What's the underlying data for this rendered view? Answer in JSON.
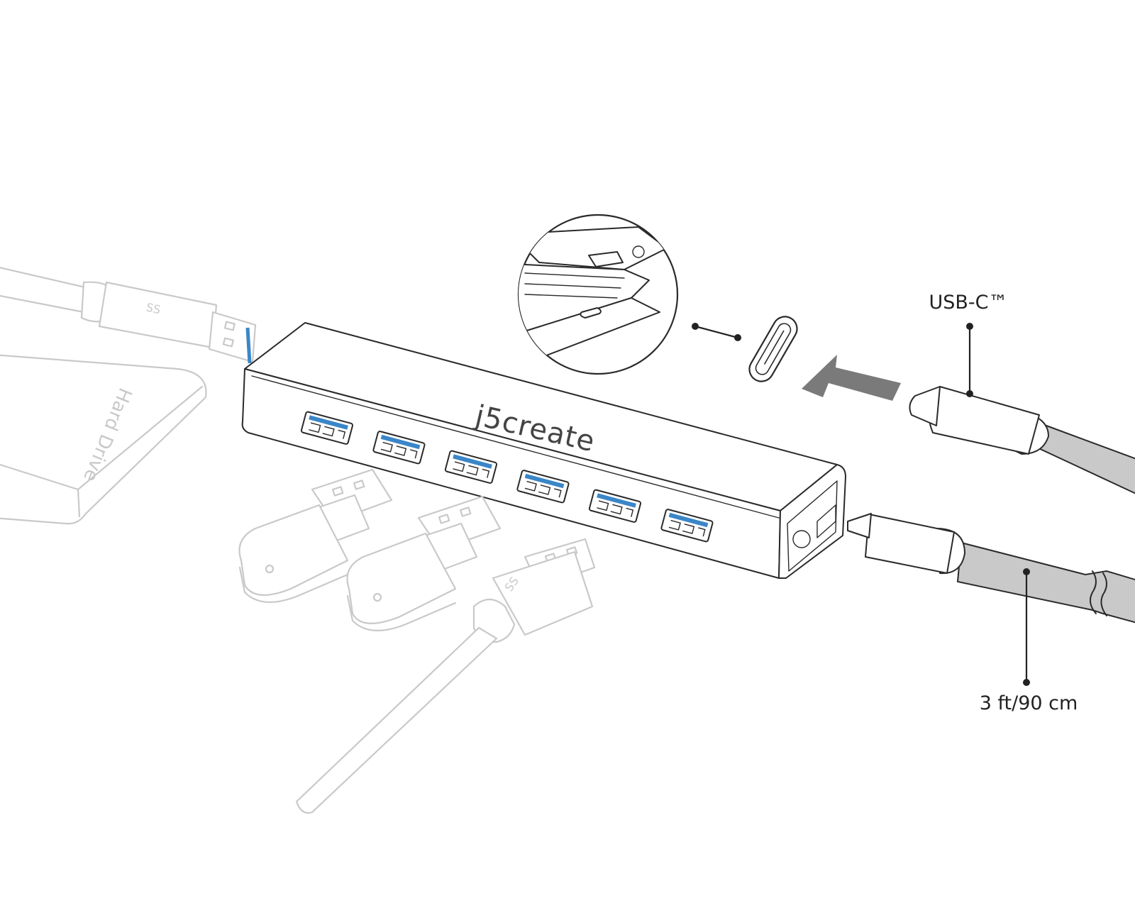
{
  "diagram": {
    "device": {
      "logo_text": "j5create",
      "usb_a_port_count": 6,
      "usb_logo_text": "SS"
    },
    "labels": {
      "usb_c": "USB-C™",
      "cable_length": "3 ft/90 cm",
      "hard_drive": "Hard Drive"
    },
    "colors": {
      "port_accent": "#3a86c8",
      "cable_fill": "#c9c9c9",
      "arrow": "#7a7a7a"
    }
  }
}
